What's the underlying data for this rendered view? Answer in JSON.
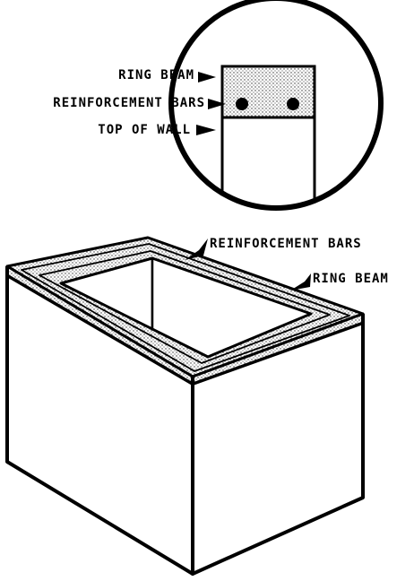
{
  "detail_labels": {
    "ring_beam": "RING BEAM",
    "reinforcement_bars": "REINFORCEMENT BARS",
    "top_of_wall": "TOP OF WALL"
  },
  "main_labels": {
    "reinforcement_bars": "REINFORCEMENT BARS",
    "ring_beam": "RING BEAM"
  },
  "colors": {
    "ink": "#000000",
    "paper": "#ffffff",
    "stipple": "#9a9a9a"
  }
}
